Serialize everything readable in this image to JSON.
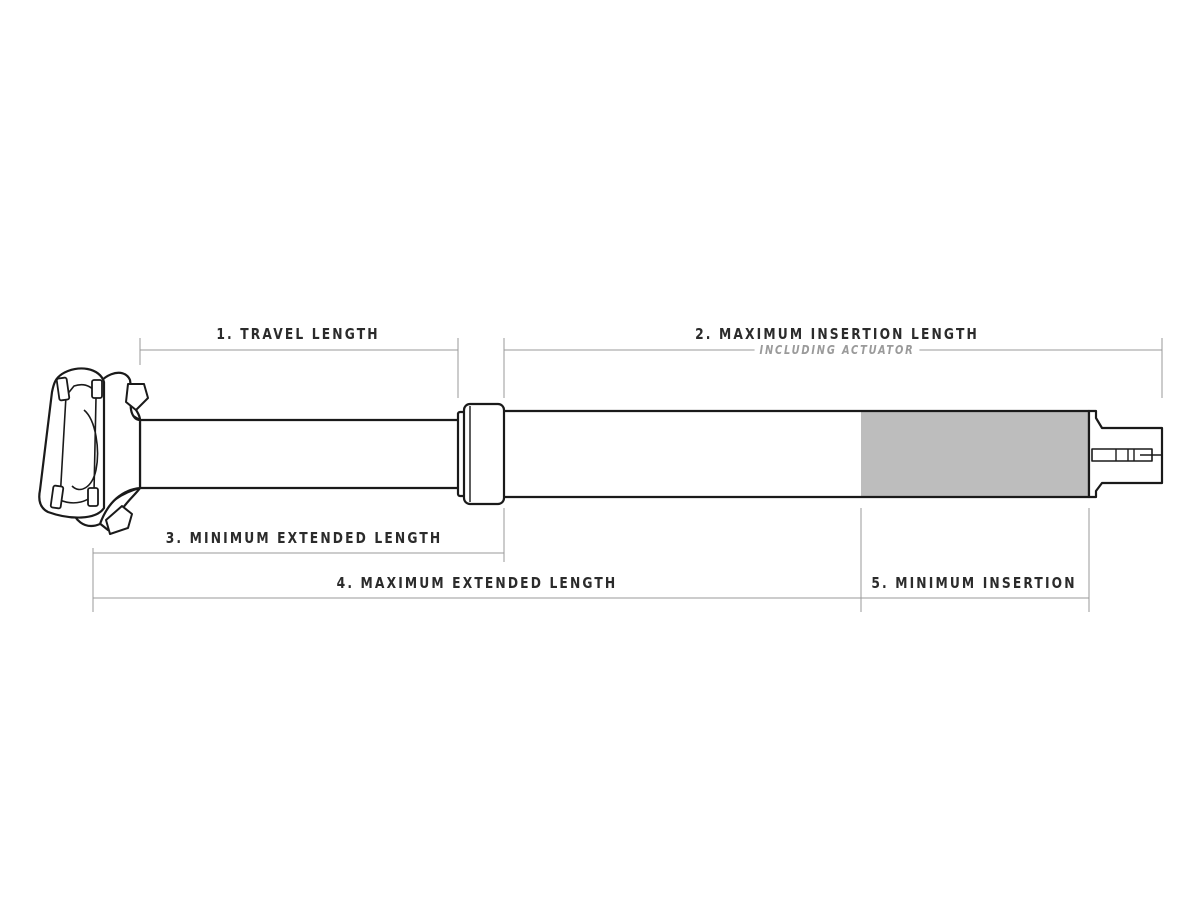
{
  "labels": {
    "travel_length": "1. TRAVEL LENGTH",
    "maximum_insertion_length": "2. MAXIMUM INSERTION LENGTH",
    "including_actuator": "INCLUDING ACTUATOR",
    "minimum_extended_length": "3. MINIMUM EXTENDED LENGTH",
    "maximum_extended_length": "4. MAXIMUM EXTENDED LENGTH",
    "minimum_insertion": "5. MINIMUM INSERTION"
  },
  "colors": {
    "outline": "#1a1a1a",
    "dimension_line": "#9a9a9a",
    "min_insertion_fill": "#bdbdbd",
    "label_text": "#2b2b2b",
    "sublabel_text": "#9a9a9a"
  }
}
